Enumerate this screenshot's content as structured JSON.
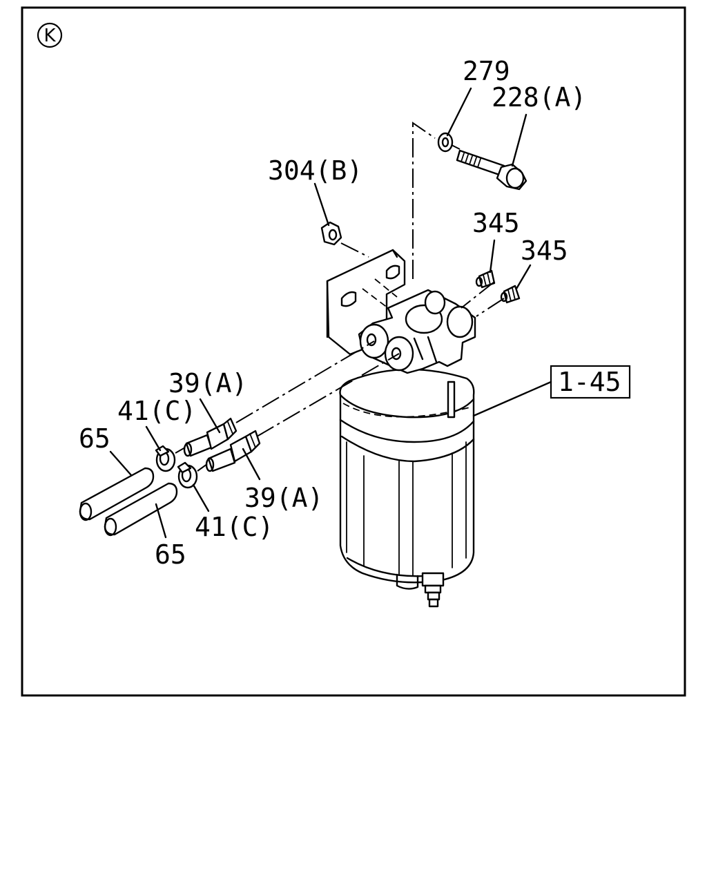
{
  "section_marker": "K",
  "callouts": {
    "c279": "279",
    "c228": "228(A)",
    "c304": "304(B)",
    "c345a": "345",
    "c345b": "345",
    "c145": "1-45",
    "c39a_top": "39(A)",
    "c41c_top": "41(C)",
    "c65_left": "65",
    "c39a_bottom": "39(A)",
    "c41c_bottom": "41(C)",
    "c65_bottom": "65"
  }
}
